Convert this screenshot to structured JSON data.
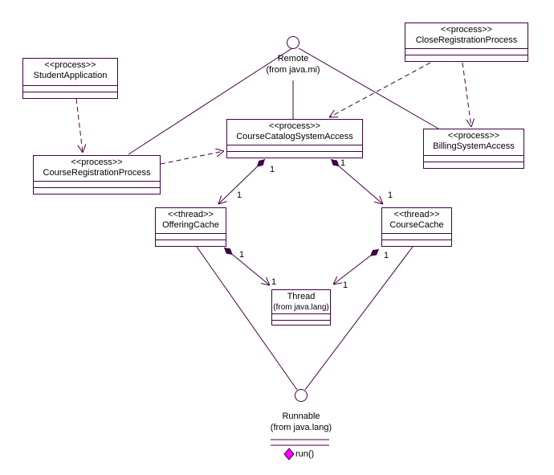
{
  "colors": {
    "line": "#420042",
    "text": "#000000",
    "operation_icon": "#ff00ff",
    "background": "#ffffff"
  },
  "nodes": {
    "student_application": {
      "stereotype": "<<process>>",
      "name": "StudentApplication"
    },
    "close_registration_process": {
      "stereotype": "<<process>>",
      "name": "CloseRegistrationProcess"
    },
    "course_registration_process": {
      "stereotype": "<<process>>",
      "name": "CourseRegistrationProcess"
    },
    "course_catalog_system_access": {
      "stereotype": "<<process>>",
      "name": "CourseCatalogSystemAccess"
    },
    "billing_system_access": {
      "stereotype": "<<process>>",
      "name": "BillingSystemAccess"
    },
    "offering_cache": {
      "stereotype": "<<thread>>",
      "name": "OfferingCache"
    },
    "course_cache": {
      "stereotype": "<<thread>>",
      "name": "CourseCache"
    },
    "thread": {
      "name": "Thread",
      "location": "(from java.lang)"
    }
  },
  "interfaces": {
    "remote": {
      "name": "Remote",
      "location": "(from java.mi)"
    },
    "runnable": {
      "name": "Runnable",
      "location": "(from java.lang)",
      "operation": "run()"
    }
  },
  "multiplicities": [
    "1",
    "1",
    "1",
    "1",
    "1",
    "1",
    "1",
    "1"
  ]
}
